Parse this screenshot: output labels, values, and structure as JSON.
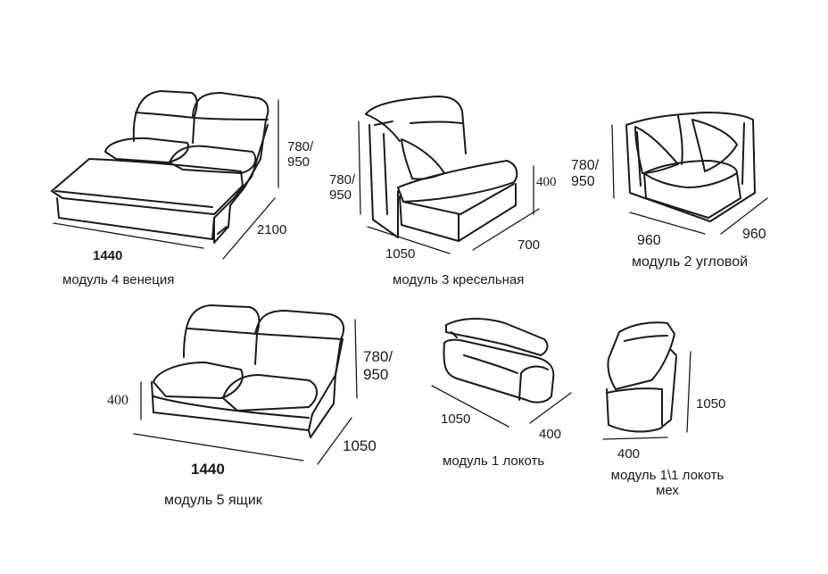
{
  "modules": {
    "m4": {
      "caption": "модуль 4 венеция",
      "height": "780/\n950",
      "depth": "2100",
      "width": "1440"
    },
    "m3": {
      "caption": "модуль 3 кресельная",
      "height": "780/\n950",
      "seat_height": "400",
      "width": "1050",
      "depth": "700"
    },
    "m2": {
      "caption": "модуль 2 угловой",
      "height": "780/\n950",
      "side_a": "960",
      "side_b": "960"
    },
    "m5": {
      "caption": "модуль 5 ящик",
      "height": "780/\n950",
      "seat_height": "400",
      "width": "1440",
      "depth": "1050"
    },
    "m1": {
      "caption": "модуль 1 локоть",
      "length": "1050",
      "width": "400"
    },
    "m11": {
      "caption": "модуль 1\\1 локоть\nмех",
      "width": "400",
      "length": "1050"
    }
  },
  "colors": {
    "line": "#1a1a1a",
    "background": "#ffffff"
  }
}
